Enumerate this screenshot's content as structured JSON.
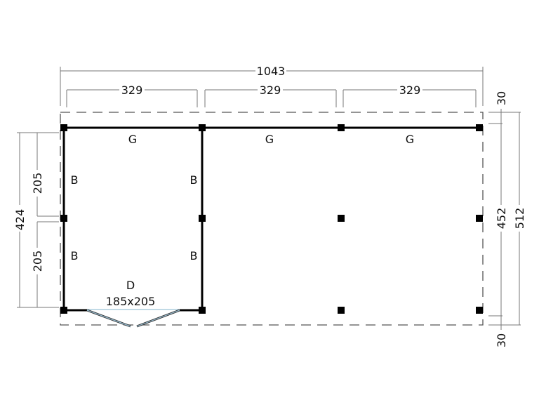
{
  "dimensions": {
    "total_width": "1043",
    "bay_widths": [
      "329",
      "329",
      "329"
    ],
    "left_total": "424",
    "left_segments": [
      "205",
      "205"
    ],
    "right_inner": "452",
    "right_outer": "512",
    "overhang_top": "30",
    "overhang_bottom": "30"
  },
  "labels": {
    "beams": [
      "G",
      "G",
      "G"
    ],
    "walls": [
      "B",
      "B",
      "B",
      "B"
    ],
    "door_code": "D",
    "door_size": "185x205"
  }
}
